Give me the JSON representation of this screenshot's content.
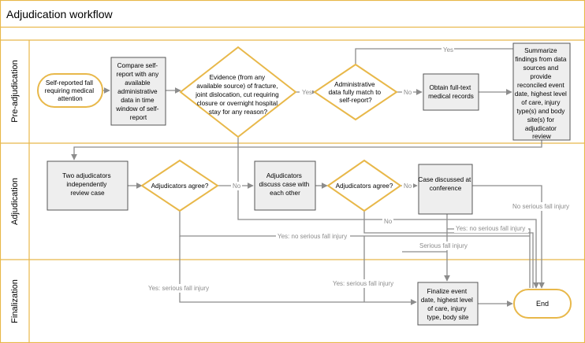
{
  "title": "Adjudication workflow",
  "lanes": {
    "pre": "Pre-adjudication",
    "adj": "Adjudication",
    "fin": "Finalization"
  },
  "nodes": {
    "start": [
      "Self-reported fall",
      "requiring medical",
      "attention"
    ],
    "compare": [
      "Compare self-",
      "report with any",
      "available",
      "administrative",
      "data in time",
      "window of self-",
      "report"
    ],
    "evidence": [
      "Evidence (from any",
      "available source) of fracture,",
      "joint dislocation, cut requiring",
      "closure or overnight hospital",
      "stay for any reason?"
    ],
    "admin_match": [
      "Administrative",
      "data fully match to",
      "self-report?"
    ],
    "fulltext": [
      "Obtain full-text",
      "medical records"
    ],
    "summarize": [
      "Summarize",
      "findings from data",
      "sources and",
      "provide",
      "reconciled event",
      "date, highest level",
      "of care, injury",
      "type(s) and body",
      "site(s) for",
      "adjudicator",
      "review"
    ],
    "two_adj": [
      "Two adjudicators",
      "independently",
      "review case"
    ],
    "agree1": [
      "Adjudicators agree?"
    ],
    "discuss": [
      "Adjudicators",
      "discuss case with",
      "each other"
    ],
    "agree2": [
      "Adjudicators agree?"
    ],
    "conference": [
      "Case discussed at",
      "conference"
    ],
    "finalize": [
      "Finalize event",
      "date, highest level",
      "of care, injury",
      "type, body site"
    ],
    "end": [
      "End"
    ]
  },
  "edge_labels": {
    "yes1": "Yes",
    "no1": "No",
    "yes_top": "Yes",
    "no_agree1": "No",
    "no_agree2": "No",
    "no_evidence": "No",
    "no_serious": "No serious fall injury",
    "yes_no_serious_r": "Yes: no serious fall injury",
    "yes_no_serious_l": "Yes: no serious fall injury",
    "serious": "Serious fall injury",
    "yes_serious_l": "Yes: serious fall injury",
    "yes_serious_m": "Yes: serious fall injury"
  },
  "colors": {
    "accent": "#e8b84a",
    "box_fill": "#eeeeee",
    "box_stroke": "#555555",
    "connector": "#8c8c8c"
  }
}
